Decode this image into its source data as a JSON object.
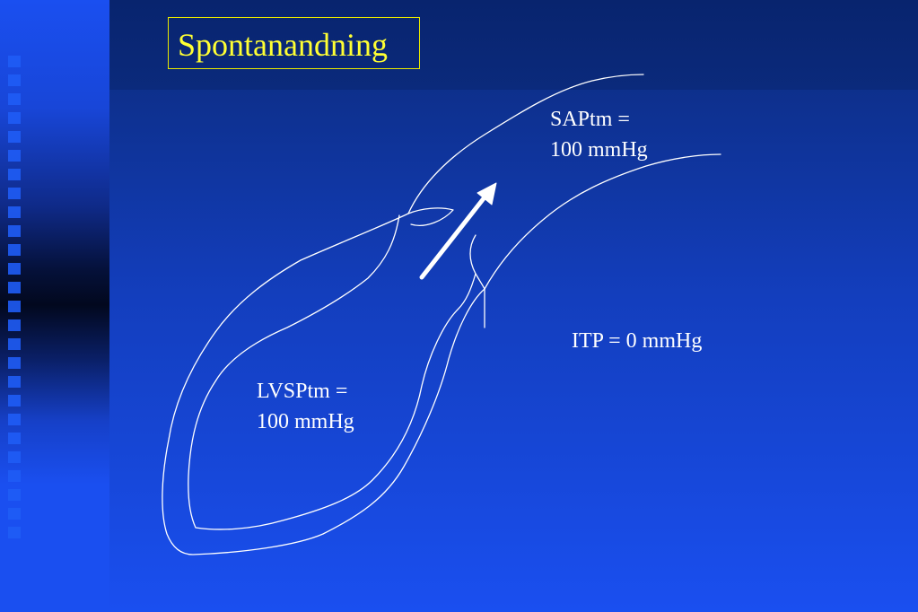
{
  "title": "Spontanandning",
  "labels": {
    "saptm_line1": "SAPtm =",
    "saptm_line2": "100 mmHg",
    "itp": "ITP = 0 mmHg",
    "lvsptm_line1": "LVSPtm =",
    "lvsptm_line2": "100 mmHg"
  },
  "colors": {
    "title_text": "#ffff33",
    "title_border": "#e8e800",
    "labels": "#ffffff",
    "background": "#1a4ff0"
  },
  "icons": [
    "heart-outline-icon",
    "arrow-up-right-icon"
  ]
}
